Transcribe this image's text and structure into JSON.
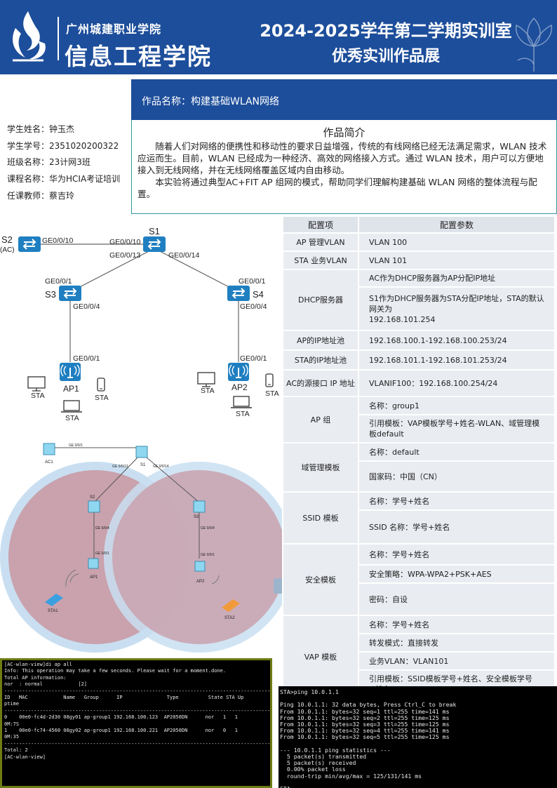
{
  "header": {
    "school_name": "广州城建职业学院",
    "college_name": "信息工程学院",
    "title_line1": "2024-2025学年第二学期实训室",
    "title_line2": "优秀实训作品展"
  },
  "project": {
    "title": "作品名称：构建基础WLAN网络",
    "intro_heading": "作品简介",
    "intro_p1": "随着人们对网络的便携性和移动性的要求日益增强，传统的有线网络已经无法满足需求，WLAN 技术应运而生。目前，WLAN 已经成为一种经济、高效的网络接入方式。通过 WLAN 技术，用户可以方便地接入到无线网络，并在无线网络覆盖区域内自由移动。",
    "intro_p2": "本实验将通过典型AC+FIT AP 组网的模式，帮助同学们理解构建基础 WLAN 网络的整体流程与配置。"
  },
  "student": {
    "name": "学生姓名：钟玉杰",
    "id": "学生学号：2351020200322",
    "class": "班级名称：23计网3班",
    "course": "课程名称：华为HCIA考证培训",
    "teacher": "任课教师：蔡吉玲"
  },
  "topology": {
    "s2": "S2",
    "ac": "(AC)",
    "s1": "S1",
    "s3": "S3",
    "s4": "S4",
    "ap1": "AP1",
    "ap2": "AP2",
    "sta": "STA",
    "s2_port": "GE0/0/10",
    "s1_port_left": "GE0/0/10",
    "s1_port_13": "GE0/0/13",
    "s1_port_14": "GE0/0/14",
    "s3_up": "GE0/0/1",
    "s3_down": "GE0/0/4",
    "s4_up": "GE0/0/1",
    "s4_down": "GE0/0/4",
    "ap1_port": "GE0/0/1",
    "ap2_port": "GE0/0/1"
  },
  "sim": {
    "ac1": "AC1",
    "s1": "S1",
    "s2": "S2",
    "s3": "S3",
    "ap1": "AP1",
    "ap2": "AP2",
    "sta1": "STA1",
    "sta2": "STA2",
    "ge001": "GE 0/0/1",
    "ge0013": "GE 0/0/13",
    "ge0014": "GE 0/0/14",
    "ge004": "GE 0/0/4"
  },
  "config": {
    "header_key": "配置项",
    "header_value": "配置参数",
    "rows": {
      "ap_vlan_k": "AP 管理VLAN",
      "ap_vlan_v": "VLAN 100",
      "sta_vlan_k": "STA 业务VLAN",
      "sta_vlan_v": "VLAN 101",
      "dhcp_k": "DHCP服务器",
      "dhcp_v1": "AC作为DHCP服务器为AP分配IP地址",
      "dhcp_v2": "S1作为DHCP服务器为STA分配IP地址，STA的默认网关为",
      "dhcp_v3": "192.168.101.254",
      "ap_pool_k": "AP的IP地址池",
      "ap_pool_v": "192.168.100.1-192.168.100.253/24",
      "sta_pool_k": "STA的IP地址池",
      "sta_pool_v": "192.168.101.1-192.168.101.253/24",
      "ac_src_k": "AC的源接口 IP 地址",
      "ac_src_v": "VLANIF100：192.168.100.254/24",
      "apg_k": "AP 组",
      "apg_v1": "名称：group1",
      "apg_v2": "引用模板：VAP模板学号+姓名-WLAN、域管理模板default",
      "dom_k": "域管理模板",
      "dom_v1": "名称：default",
      "dom_v2": "国家码：中国（CN）",
      "ssid_k": "SSID 模板",
      "ssid_v1": "名称：学号+姓名",
      "ssid_v2": "SSID 名称：学号+姓名",
      "sec_k": "安全模板",
      "sec_v1": "名称：学号+姓名",
      "sec_v2": "安全策略：WPA-WPA2+PSK+AES",
      "sec_v3": "密码：自设",
      "vap_k": "VAP 模板",
      "vap_v1": "名称：学号+姓名",
      "vap_v2": "转发模式：直接转发",
      "vap_v3": "业务VLAN：VLAN101",
      "vap_v4": "引用模板：SSID模板学号+姓名、安全模板学号+姓名"
    }
  },
  "terminal1": {
    "text": "[AC-wlan-view]di ap all\nInfo: This operation may take a few seconds. Please wait for a moment.done.\nTotal AP information:\nnor  : normal            [2]\n----------------------------------------------------------------------------------------------\nID   MAC            Name   Group      IP               Type          State STA Up\nptime\n----------------------------------------------------------------------------------------------\n0    00e0-fc4d-2d30 08gy01 ap-group1 192.168.100.123  AP2050DN      nor   1   1\n0M:7S\n1    00e0-fc74-4560 08gy02 ap-group1 192.168.100.221  AP2050DN      nor   0   1\n0M:35\n----------------------------------------------------------------------------------------------\nTotal: 2\n[AC-wlan-view]"
  },
  "terminal2": {
    "text": "STA>ping 10.0.1.1\n\nPing 10.0.1.1: 32 data bytes, Press Ctrl_C to break\nFrom 10.0.1.1: bytes=32 seq=1 ttl=255 time=141 ms\nFrom 10.0.1.1: bytes=32 seq=2 ttl=255 time=125 ms\nFrom 10.0.1.1: bytes=32 seq=3 ttl=255 time=125 ms\nFrom 10.0.1.1: bytes=32 seq=4 ttl=255 time=141 ms\nFrom 10.0.1.1: bytes=32 seq=5 ttl=255 time=125 ms\n\n--- 10.0.1.1 ping statistics ---\n  5 packet(s) transmitted\n  5 packet(s) received\n  0.00% packet loss\n  round-trip min/avg/max = 125/131/141 ms\n\nSTA>"
  },
  "colors": {
    "brand_blue": "#1d4e9b",
    "teal_border": "#2f9aa0",
    "table_cell": "#e9ecf1",
    "switch_blue": "#1f7fc1",
    "coverage_pink": "#c9a2ad",
    "coverage_ring": "#bcd8ee",
    "terminal_border": "#6f7c14"
  },
  "icons": [
    "logo-flame-icon",
    "lotus-icon",
    "switch-icon",
    "ap-antenna-icon",
    "laptop-icon",
    "phone-icon",
    "monitor-icon"
  ]
}
